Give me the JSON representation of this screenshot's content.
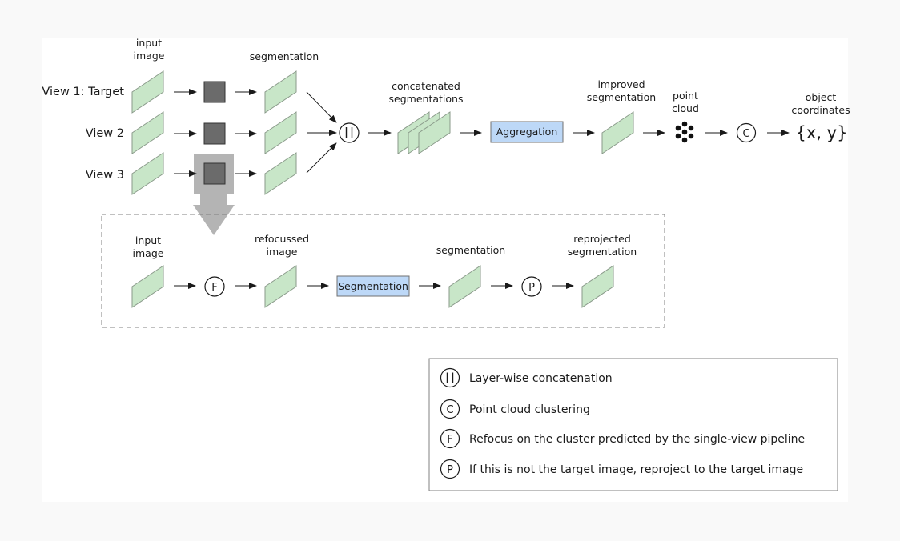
{
  "diagram": {
    "colors": {
      "image_fill": "#c8e6c8",
      "image_stroke": "#8a9a8a",
      "box_fill": "#bdd8f7",
      "box_stroke": "#707070",
      "model_fill": "#6b6b6b",
      "highlight_fill": "#b4b4b4",
      "arrow": "#1a1a1a"
    },
    "top_pipeline": {
      "column_labels": {
        "input_image": [
          "input",
          "image"
        ],
        "segmentation": "segmentation",
        "concatenated": [
          "concatenated",
          "segmentations"
        ],
        "improved": [
          "improved",
          "segmentation"
        ],
        "point_cloud": [
          "point",
          "cloud"
        ],
        "object_coords": [
          "object",
          "coordinates"
        ]
      },
      "views": [
        "View 1: Target",
        "View 2",
        "View 3"
      ],
      "concat_symbol": "||",
      "aggregation_label": "Aggregation",
      "cluster_symbol": "C",
      "output": "{x, y}"
    },
    "detail_pipeline": {
      "labels": {
        "input_image": [
          "input",
          "image"
        ],
        "refocussed": [
          "refocussed",
          "image"
        ],
        "segmentation": "segmentation",
        "reprojected": [
          "reprojected",
          "segmentation"
        ]
      },
      "refocus_symbol": "F",
      "segmentation_box_label": "Segmentation",
      "reproject_symbol": "P"
    },
    "legend": [
      {
        "symbol": "||",
        "text": "Layer-wise concatenation"
      },
      {
        "symbol": "C",
        "text": "Point cloud clustering"
      },
      {
        "symbol": "F",
        "text": "Refocus on the cluster predicted by the single-view pipeline"
      },
      {
        "symbol": "P",
        "text": "If this is not the target image, reproject to the target image"
      }
    ]
  }
}
